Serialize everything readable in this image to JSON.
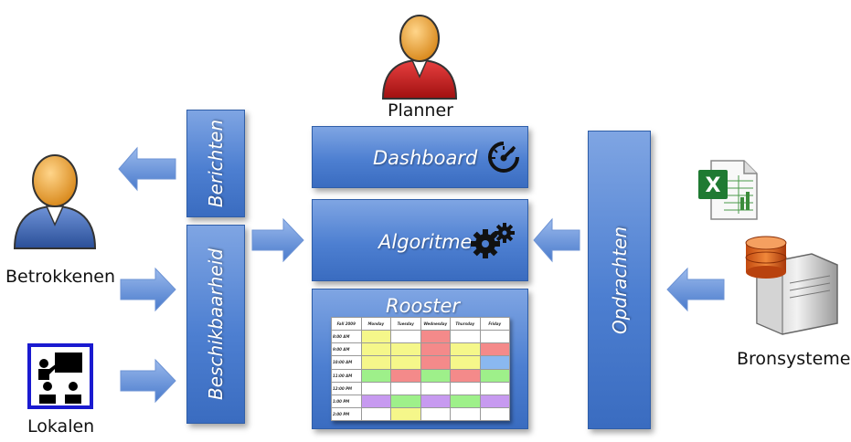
{
  "actors": {
    "planner": "Planner",
    "betrokkenen": "Betrokkenen",
    "lokalen": "Lokalen",
    "bronsystemen": "Bronsystemen"
  },
  "boxes": {
    "berichten": "Berichten",
    "beschikbaarheid": "Beschikbaarheid",
    "dashboard": "Dashboard",
    "algoritme": "Algoritme",
    "rooster": "Rooster",
    "opdrachten": "Opdrachten"
  },
  "schedule": {
    "corner": "Fall 2009",
    "days": [
      "Monday",
      "Tuesday",
      "Wednesday",
      "Thursday",
      "Friday"
    ],
    "times": [
      "8:00 AM",
      "9:00 AM",
      "10:00 AM",
      "11:00 AM",
      "12:00 PM",
      "1:00 PM",
      "2:00 PM"
    ]
  },
  "colors": {
    "box_top": "#7fa5e3",
    "box_bottom": "#3a6cc0",
    "arrow": "#5a8ad8",
    "planner_shirt": "#c81e1e",
    "betrokkenen_shirt": "#3a62b0",
    "head": "#f0a640"
  },
  "icons": [
    "person-icon",
    "gauge-icon",
    "gears-icon",
    "classroom-icon",
    "excel-icon",
    "server-icon"
  ]
}
